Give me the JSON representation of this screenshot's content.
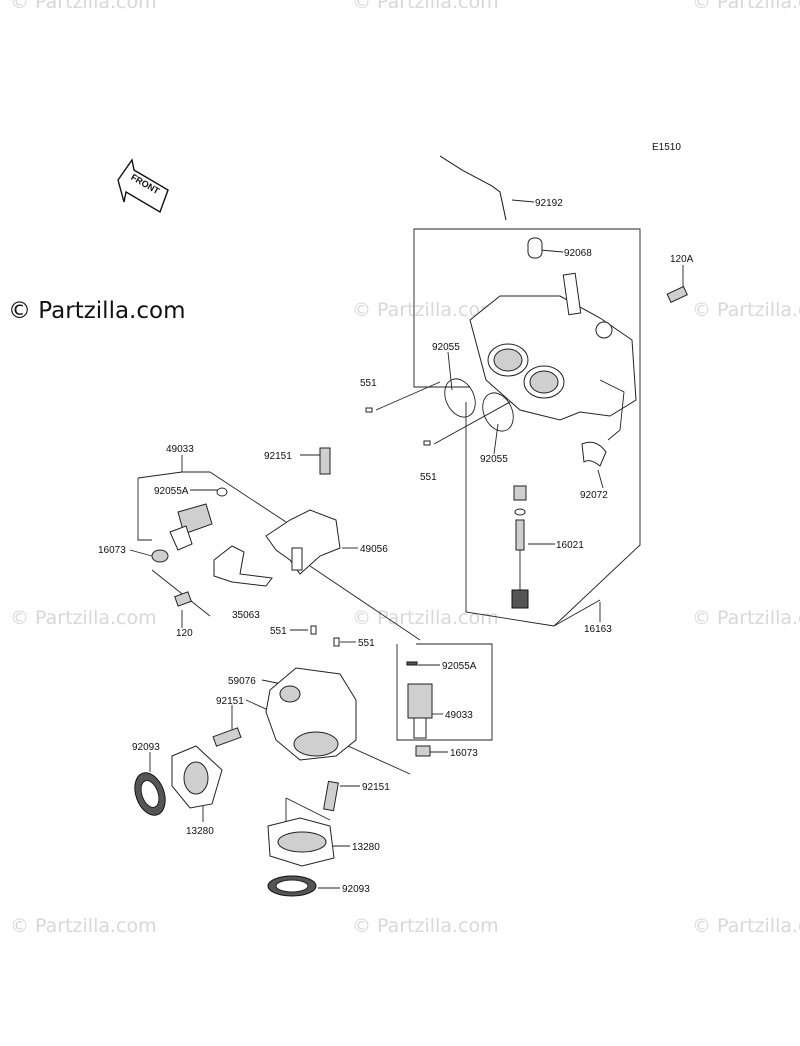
{
  "diagram_code": "E1510",
  "front_label": "FRONT",
  "watermark": "© Partzilla.com",
  "watermark_main": "© Partzilla.com",
  "parts": {
    "p92192": "92192",
    "p92068": "92068",
    "p120A": "120A",
    "p92055_a": "92055",
    "p551_a": "551",
    "p551_b": "551",
    "p92055_b": "92055",
    "p92072": "92072",
    "p16021": "16021",
    "p16163": "16163",
    "p49033_a": "49033",
    "p92055A_a": "92055A",
    "p92151_a": "92151",
    "p16073_a": "16073",
    "p49056": "49056",
    "p35063": "35063",
    "p120": "120",
    "p551_c": "551",
    "p551_d": "551",
    "p92055A_b": "92055A",
    "p59076": "59076",
    "p92151_b": "92151",
    "p49033_b": "49033",
    "p92093_a": "92093",
    "p16073_b": "16073",
    "p92151_c": "92151",
    "p13280_a": "13280",
    "p13280_b": "13280",
    "p92093_b": "92093"
  }
}
